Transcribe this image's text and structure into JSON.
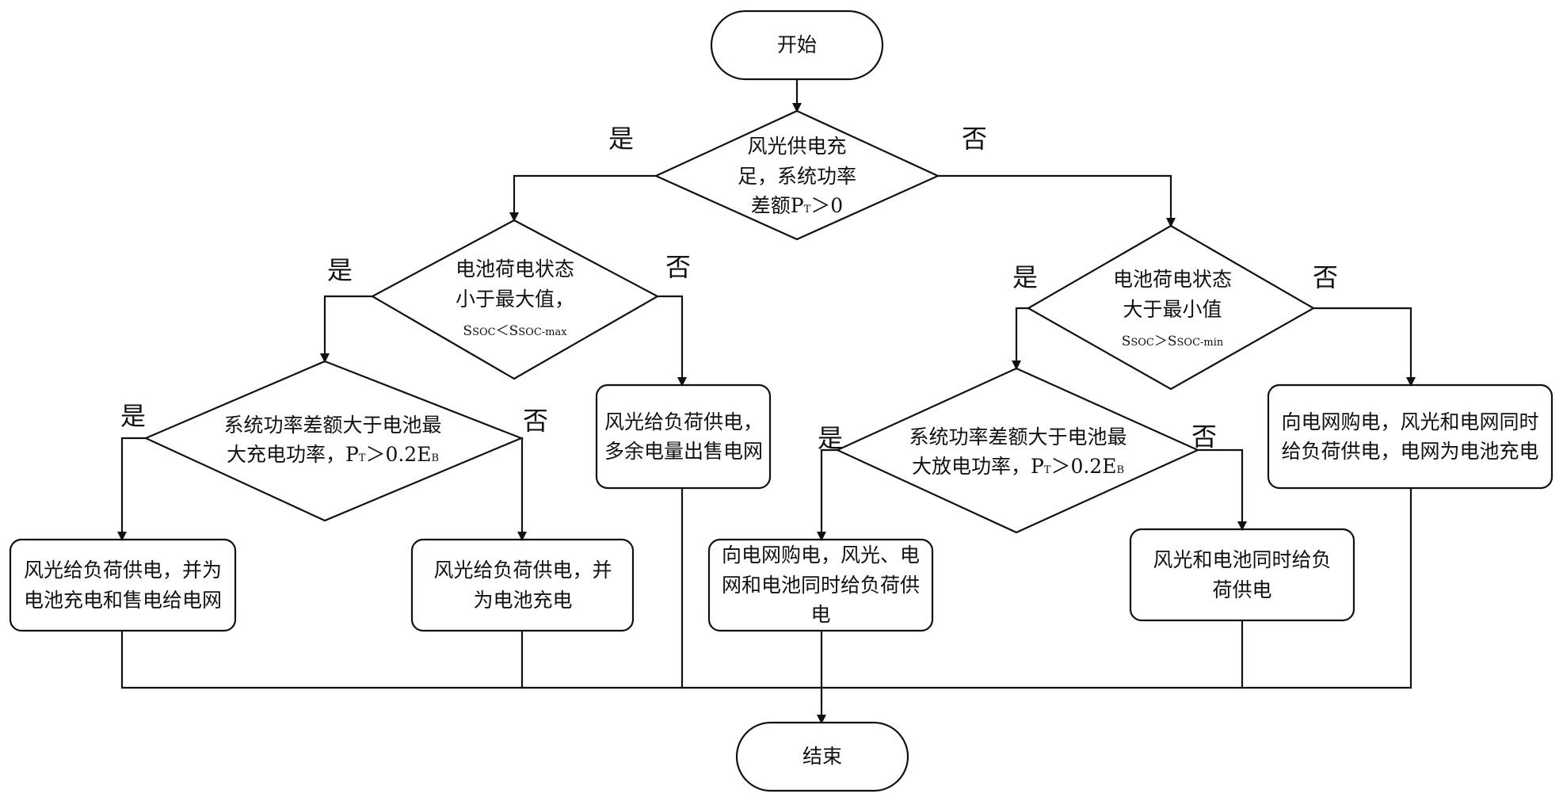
{
  "nodes": {
    "start": "开始",
    "end": "结束",
    "d1": [
      "风光供电充",
      "足，系统功率",
      "差额P",
      "T",
      "＞0"
    ],
    "d2": [
      "电池荷电状态",
      "小于最大值，",
      "S",
      "SOC",
      "＜S",
      "SOC-max"
    ],
    "d3": [
      "电池荷电状态",
      "大于最小值",
      "S",
      "SOC",
      "＞S",
      "SOC-min"
    ],
    "d4": [
      "系统功率差额大于电池最",
      "大充电功率，P",
      "T",
      "＞0.2E",
      "B"
    ],
    "d5": [
      "系统功率差额大于电池最",
      "大放电功率，P",
      "T",
      "＞0.2E",
      "B"
    ],
    "p1": "风光给负荷供电，并为电池充电和售电给电网",
    "p2": "风光给负荷供电，并为电池充电",
    "p3": "风光给负荷供电，多余电量出售电网",
    "p4": "向电网购电，风光、电网和电池同时给负荷供电",
    "p5": "风光和电池同时给负荷供电",
    "p6": "向电网购电，风光和电网同时给负荷供电，电网为电池充电"
  },
  "labels": {
    "yes": "是",
    "no": "否"
  }
}
